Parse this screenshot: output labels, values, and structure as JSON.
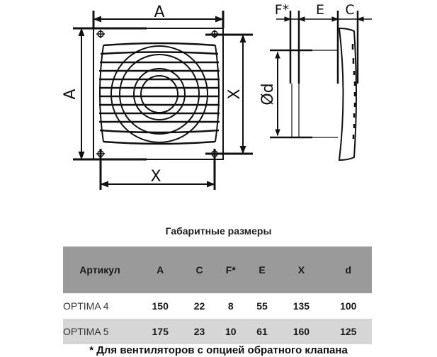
{
  "drawing": {
    "front_labels": {
      "width": "A",
      "height": "A",
      "hole_x_vertical": "X",
      "hole_x_horizontal": "X"
    },
    "side_labels": {
      "f": "F*",
      "e": "E",
      "c": "C",
      "diameter": "Ød"
    }
  },
  "table": {
    "title": "Габаритные размеры",
    "headers": [
      "Артикул",
      "A",
      "C",
      "F*",
      "E",
      "X",
      "d"
    ],
    "rows": [
      [
        "OPTIMA 4",
        "150",
        "22",
        "8",
        "55",
        "135",
        "100"
      ],
      [
        "OPTIMA 5",
        "175",
        "23",
        "10",
        "61",
        "160",
        "125"
      ]
    ],
    "footnote": "* Для вентиляторов с опцией обратного клапана"
  }
}
